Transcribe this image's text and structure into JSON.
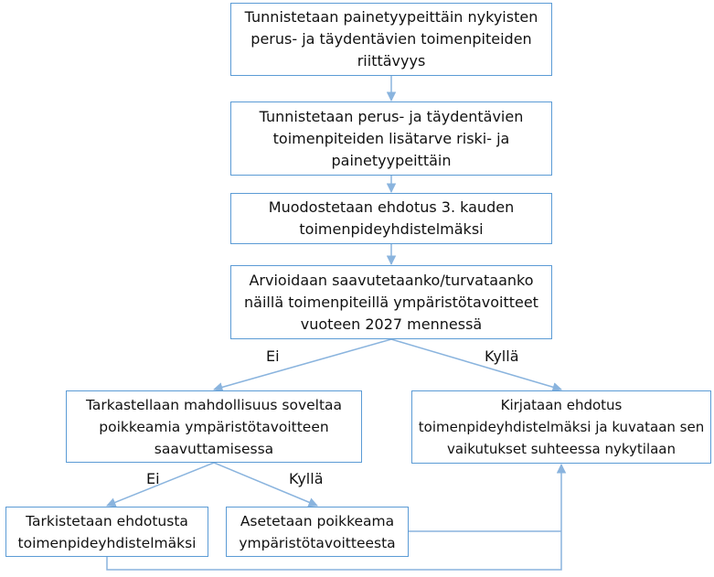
{
  "colors": {
    "border": "#5b9bd5",
    "connector": "#8ab4de",
    "text": "#111111"
  },
  "nodes": {
    "identify_adequacy": "Tunnistetaan painetyypeittäin nykyisten perus- ja täydentävien toimenpiteiden riittävyys",
    "identify_need": "Tunnistetaan perus- ja täydentävien toimenpiteiden lisätarve riski- ja painetyypeittäin",
    "form_proposal": "Muodostetaan ehdotus 3. kauden toimenpideyhdistelmäksi",
    "assess_targets": "Arvioidaan saavutetaanko/turvataanko näillä toimenpiteillä ympäristötavoitteet vuoteen 2027 mennessä",
    "examine_derogation": "Tarkastellaan mahdollisuus soveltaa poikkeamia ympäristötavoitteen saavuttamisessa",
    "record_proposal": "Kirjataan ehdotus toimenpideyhdistelmäksi ja kuvataan sen vaikutukset suhteessa nykytilaan",
    "check_proposal": "Tarkistetaan ehdotusta toimenpideyhdistelmäksi",
    "set_derogation": "Asetetaan poikkeama ympäristötavoitteesta"
  },
  "edge_labels": {
    "assess_no": "Ei",
    "assess_yes": "Kyllä",
    "examine_no": "Ei",
    "examine_yes": "Kyllä"
  }
}
